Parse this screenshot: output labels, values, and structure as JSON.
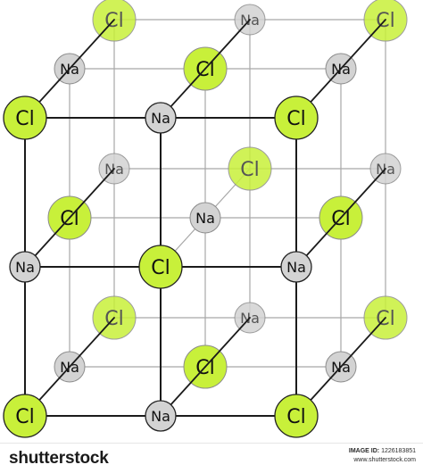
{
  "atoms": {
    "cl_label": "Cl",
    "na_label": "Na"
  },
  "colors": {
    "chlorine": "#c8f03a",
    "sodium": "#d3d3d3",
    "bond_front": "#1b1b1b",
    "bond_back": "#a8a8a8"
  },
  "footer": {
    "brand": "shutterstock",
    "image_id_label": "IMAGE ID:",
    "image_id": "1226183851",
    "site": "www.shutterstock.com"
  }
}
